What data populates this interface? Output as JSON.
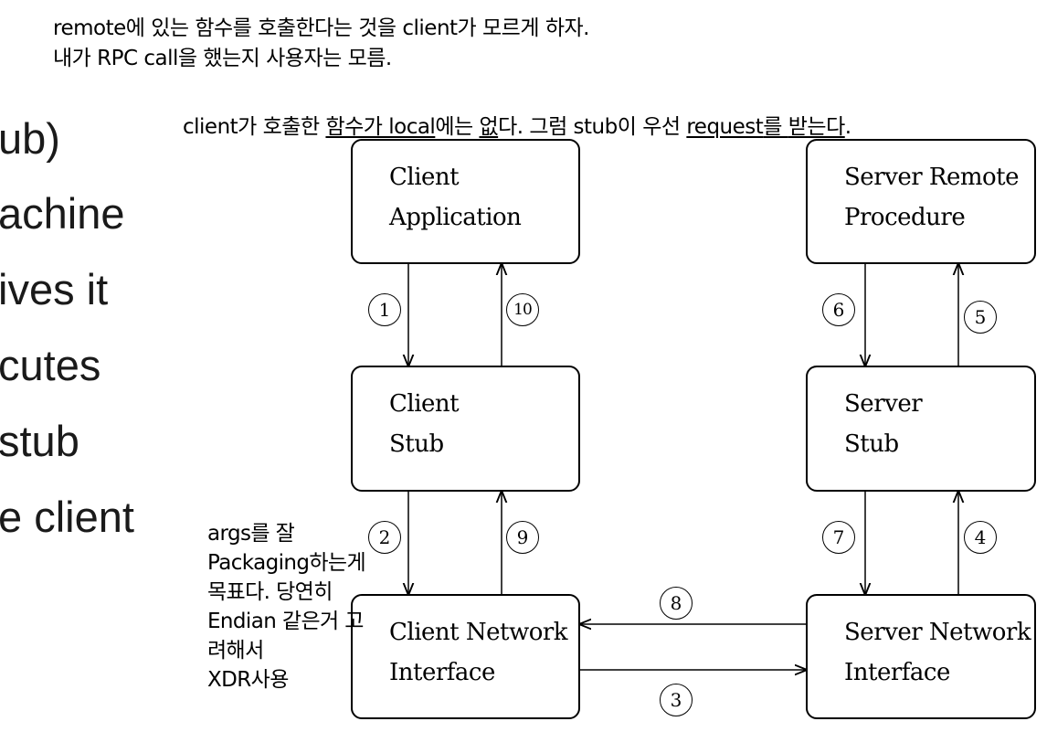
{
  "notes": {
    "top_line1": "remote에 있는 함수를 호출한다는 것을 client가 모르게 하자.",
    "top_line2": "내가 RPC call을 했는지 사용자는 모름.",
    "stub_parts": [
      "client가 호출한 ",
      "함수가 local",
      "에는 ",
      "없",
      "다. 그럼 stub이 우선 ",
      "request",
      "를 ",
      "받는다",
      "."
    ],
    "args_lines": [
      "args를 잘",
      "Packaging하는게",
      "목표다. 당연히",
      "Endian 같은거 고",
      "려해서",
      "XDR사용"
    ]
  },
  "slide_fragments": [
    "ub)",
    "achine",
    "ives it",
    "cutes",
    "stub",
    "e client"
  ],
  "boxes": {
    "client_app": [
      "Client",
      "Application"
    ],
    "server_proc": [
      "Server Remote",
      "Procedure"
    ],
    "client_stub": [
      "Client",
      "Stub"
    ],
    "server_stub": [
      "Server",
      "Stub"
    ],
    "client_net": [
      "Client Network",
      "Interface"
    ],
    "server_net": [
      "Server Network",
      "Interface"
    ]
  },
  "steps": [
    "1",
    "2",
    "3",
    "4",
    "5",
    "6",
    "7",
    "8",
    "9",
    "10"
  ]
}
